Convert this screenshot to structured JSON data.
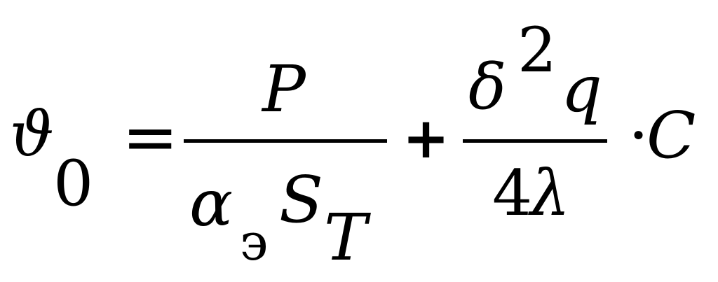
{
  "formula": {
    "lhs": {
      "symbol": "ϑ",
      "subscript": "0"
    },
    "equals": "=",
    "term1": {
      "numerator": "P",
      "denominator": {
        "symbol": "α",
        "symbol_subscript": "э",
        "area": "S",
        "area_subscript": "T"
      }
    },
    "plus": "+",
    "term2": {
      "numerator": {
        "base": "δ",
        "exponent": "2",
        "variable": "q"
      },
      "denominator": {
        "coefficient": "4",
        "symbol": "λ"
      }
    },
    "dot": "·",
    "factor": "C"
  }
}
